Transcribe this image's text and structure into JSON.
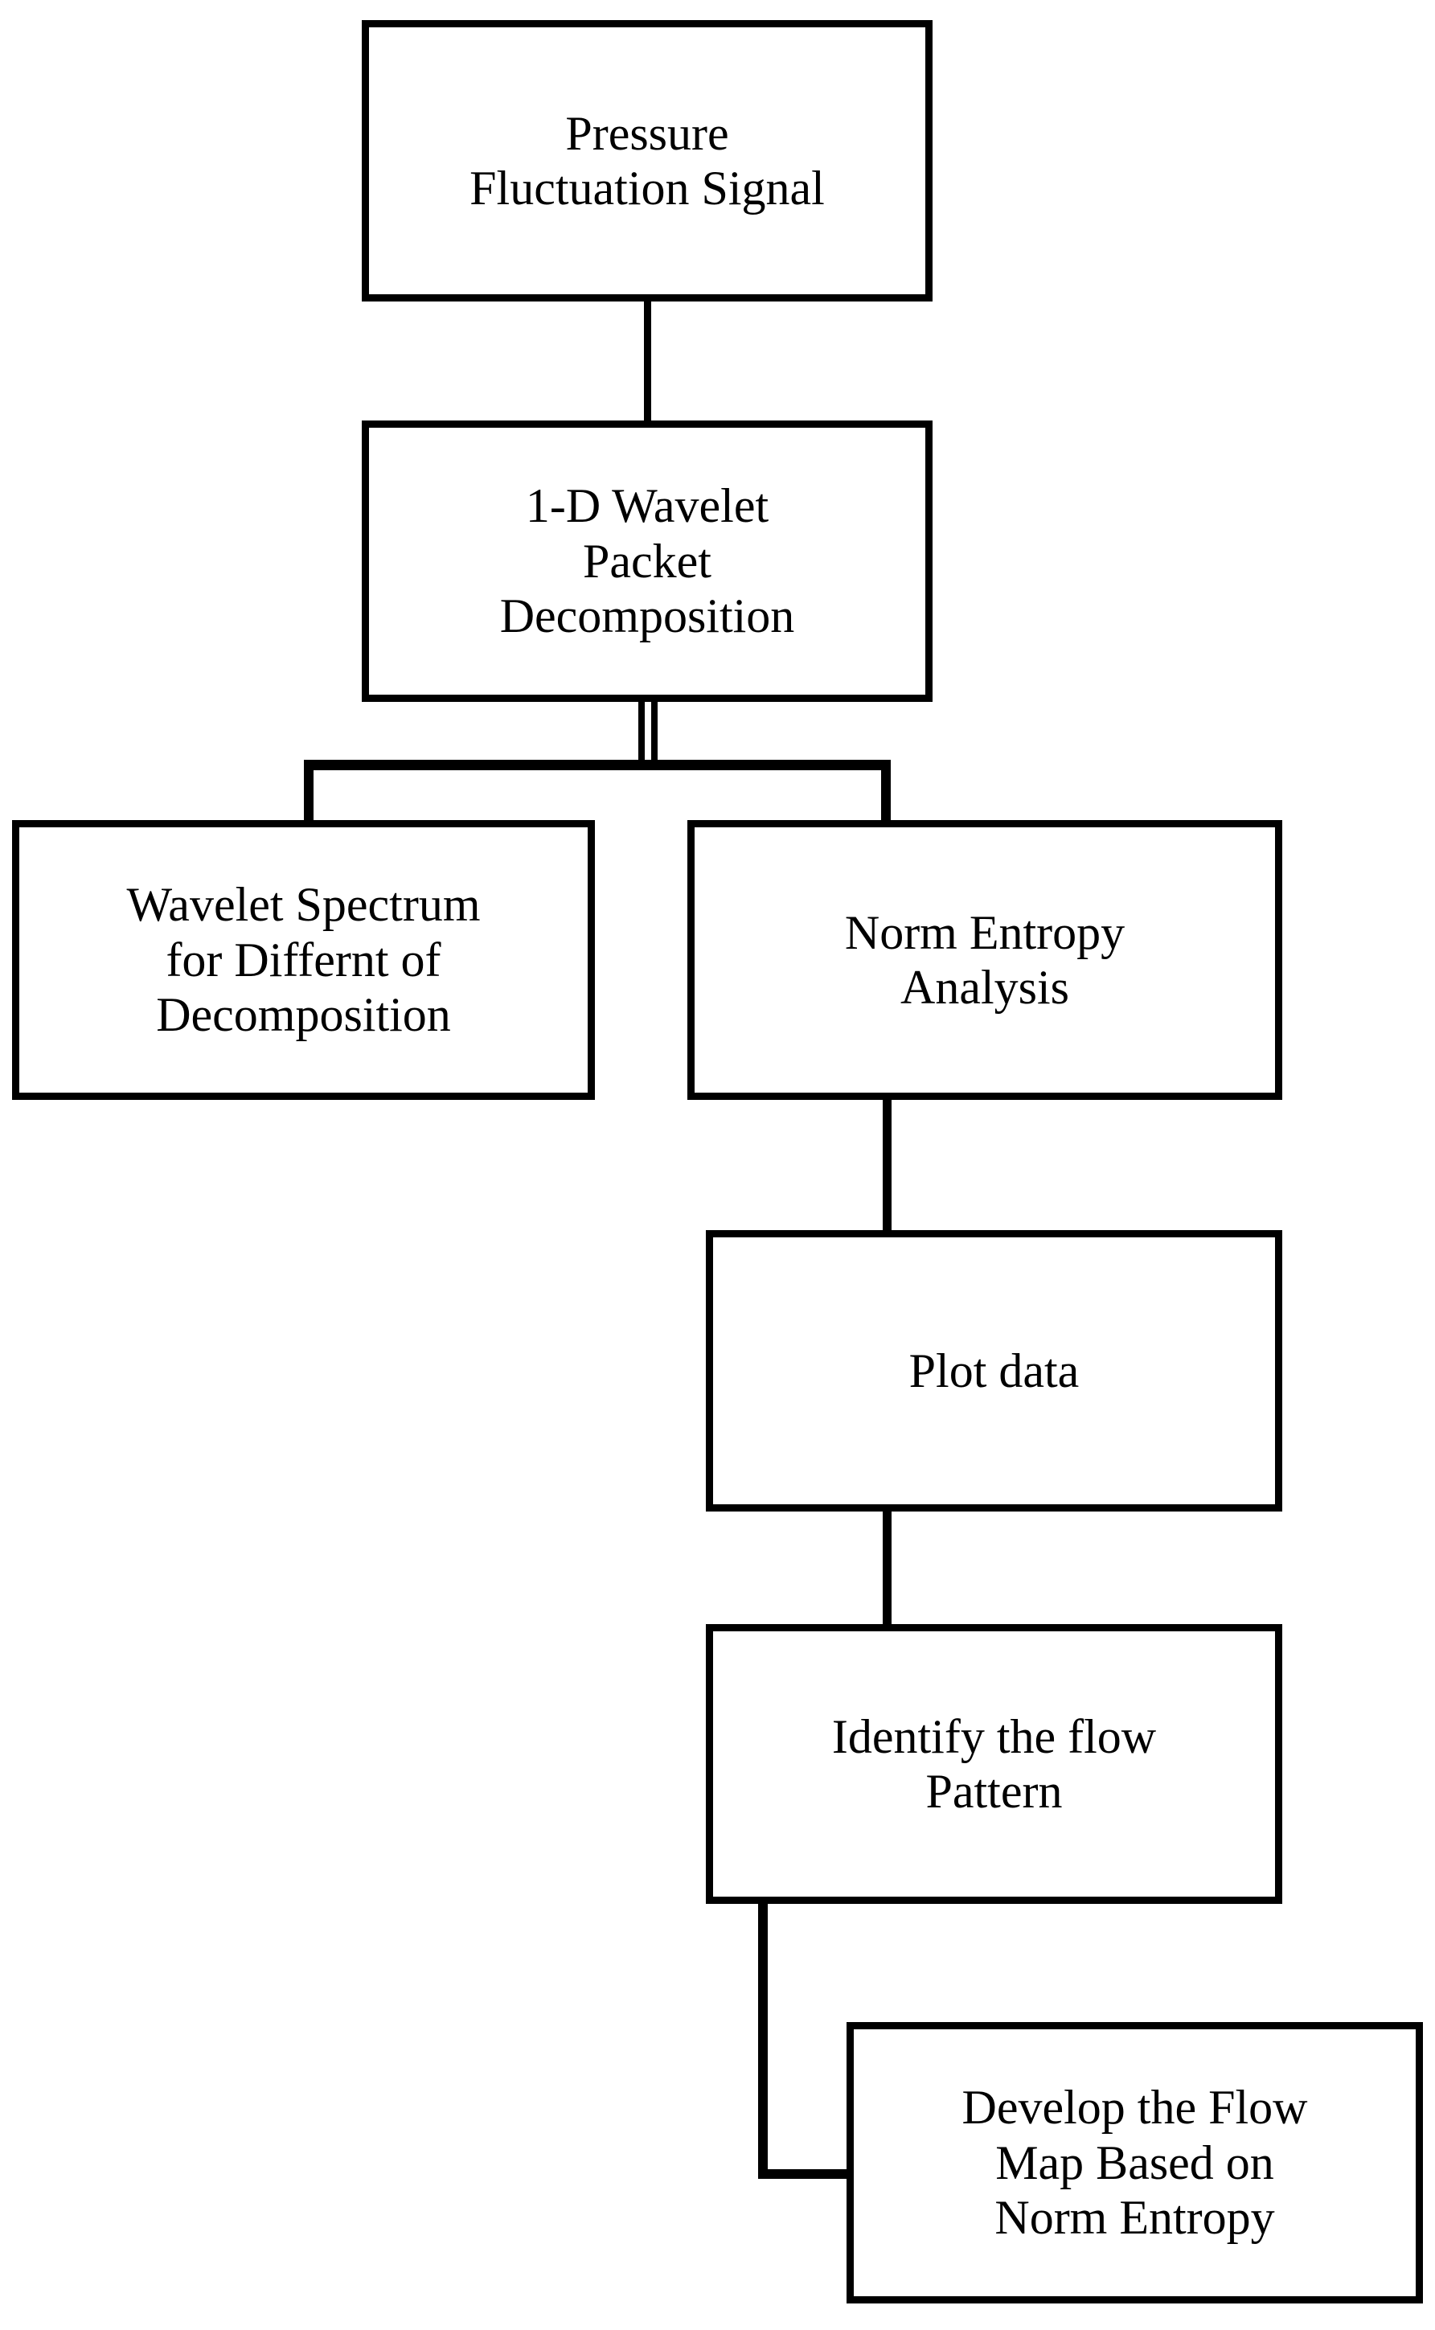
{
  "diagram": {
    "title": "Flowchart: pressure fluctuation signal processing for flow pattern identification",
    "background_color": "#ffffff",
    "line_color": "#000000",
    "text_color": "#000000",
    "nodes": [
      {
        "id": "pressure-signal",
        "label": "Pressure\nFluctuation Signal",
        "lines": [
          "Pressure",
          "Fluctuation Signal"
        ]
      },
      {
        "id": "wavelet-decomp",
        "label": "1-D Wavelet\nPacket\nDecomposition",
        "lines": [
          "1-D Wavelet",
          "Packet",
          "Decomposition"
        ]
      },
      {
        "id": "wavelet-spectrum",
        "label": "Wavelet Spectrum\nfor Differnt of\nDecomposition",
        "lines": [
          "Wavelet Spectrum",
          "for Differnt of",
          "Decomposition"
        ]
      },
      {
        "id": "norm-entropy",
        "label": "Norm Entropy\nAnalysis",
        "lines": [
          "Norm Entropy",
          "Analysis"
        ]
      },
      {
        "id": "plot-data",
        "label": "Plot data",
        "lines": [
          "Plot data"
        ]
      },
      {
        "id": "identify-flow",
        "label": "Identify the flow\nPattern",
        "lines": [
          "Identify the flow",
          "Pattern"
        ]
      },
      {
        "id": "develop-map",
        "label": "Develop the Flow\nMap Based on\nNorm Entropy",
        "lines": [
          "Develop the Flow",
          "Map Based on",
          "Norm Entropy"
        ]
      }
    ],
    "edges": [
      {
        "from": "pressure-signal",
        "to": "wavelet-decomp",
        "style": "vertical"
      },
      {
        "from": "wavelet-decomp",
        "to": "wavelet-spectrum",
        "style": "split-left"
      },
      {
        "from": "wavelet-decomp",
        "to": "norm-entropy",
        "style": "split-right"
      },
      {
        "from": "norm-entropy",
        "to": "plot-data",
        "style": "vertical"
      },
      {
        "from": "plot-data",
        "to": "identify-flow",
        "style": "vertical"
      },
      {
        "from": "identify-flow",
        "to": "develop-map",
        "style": "elbow-left-down-right"
      }
    ]
  }
}
